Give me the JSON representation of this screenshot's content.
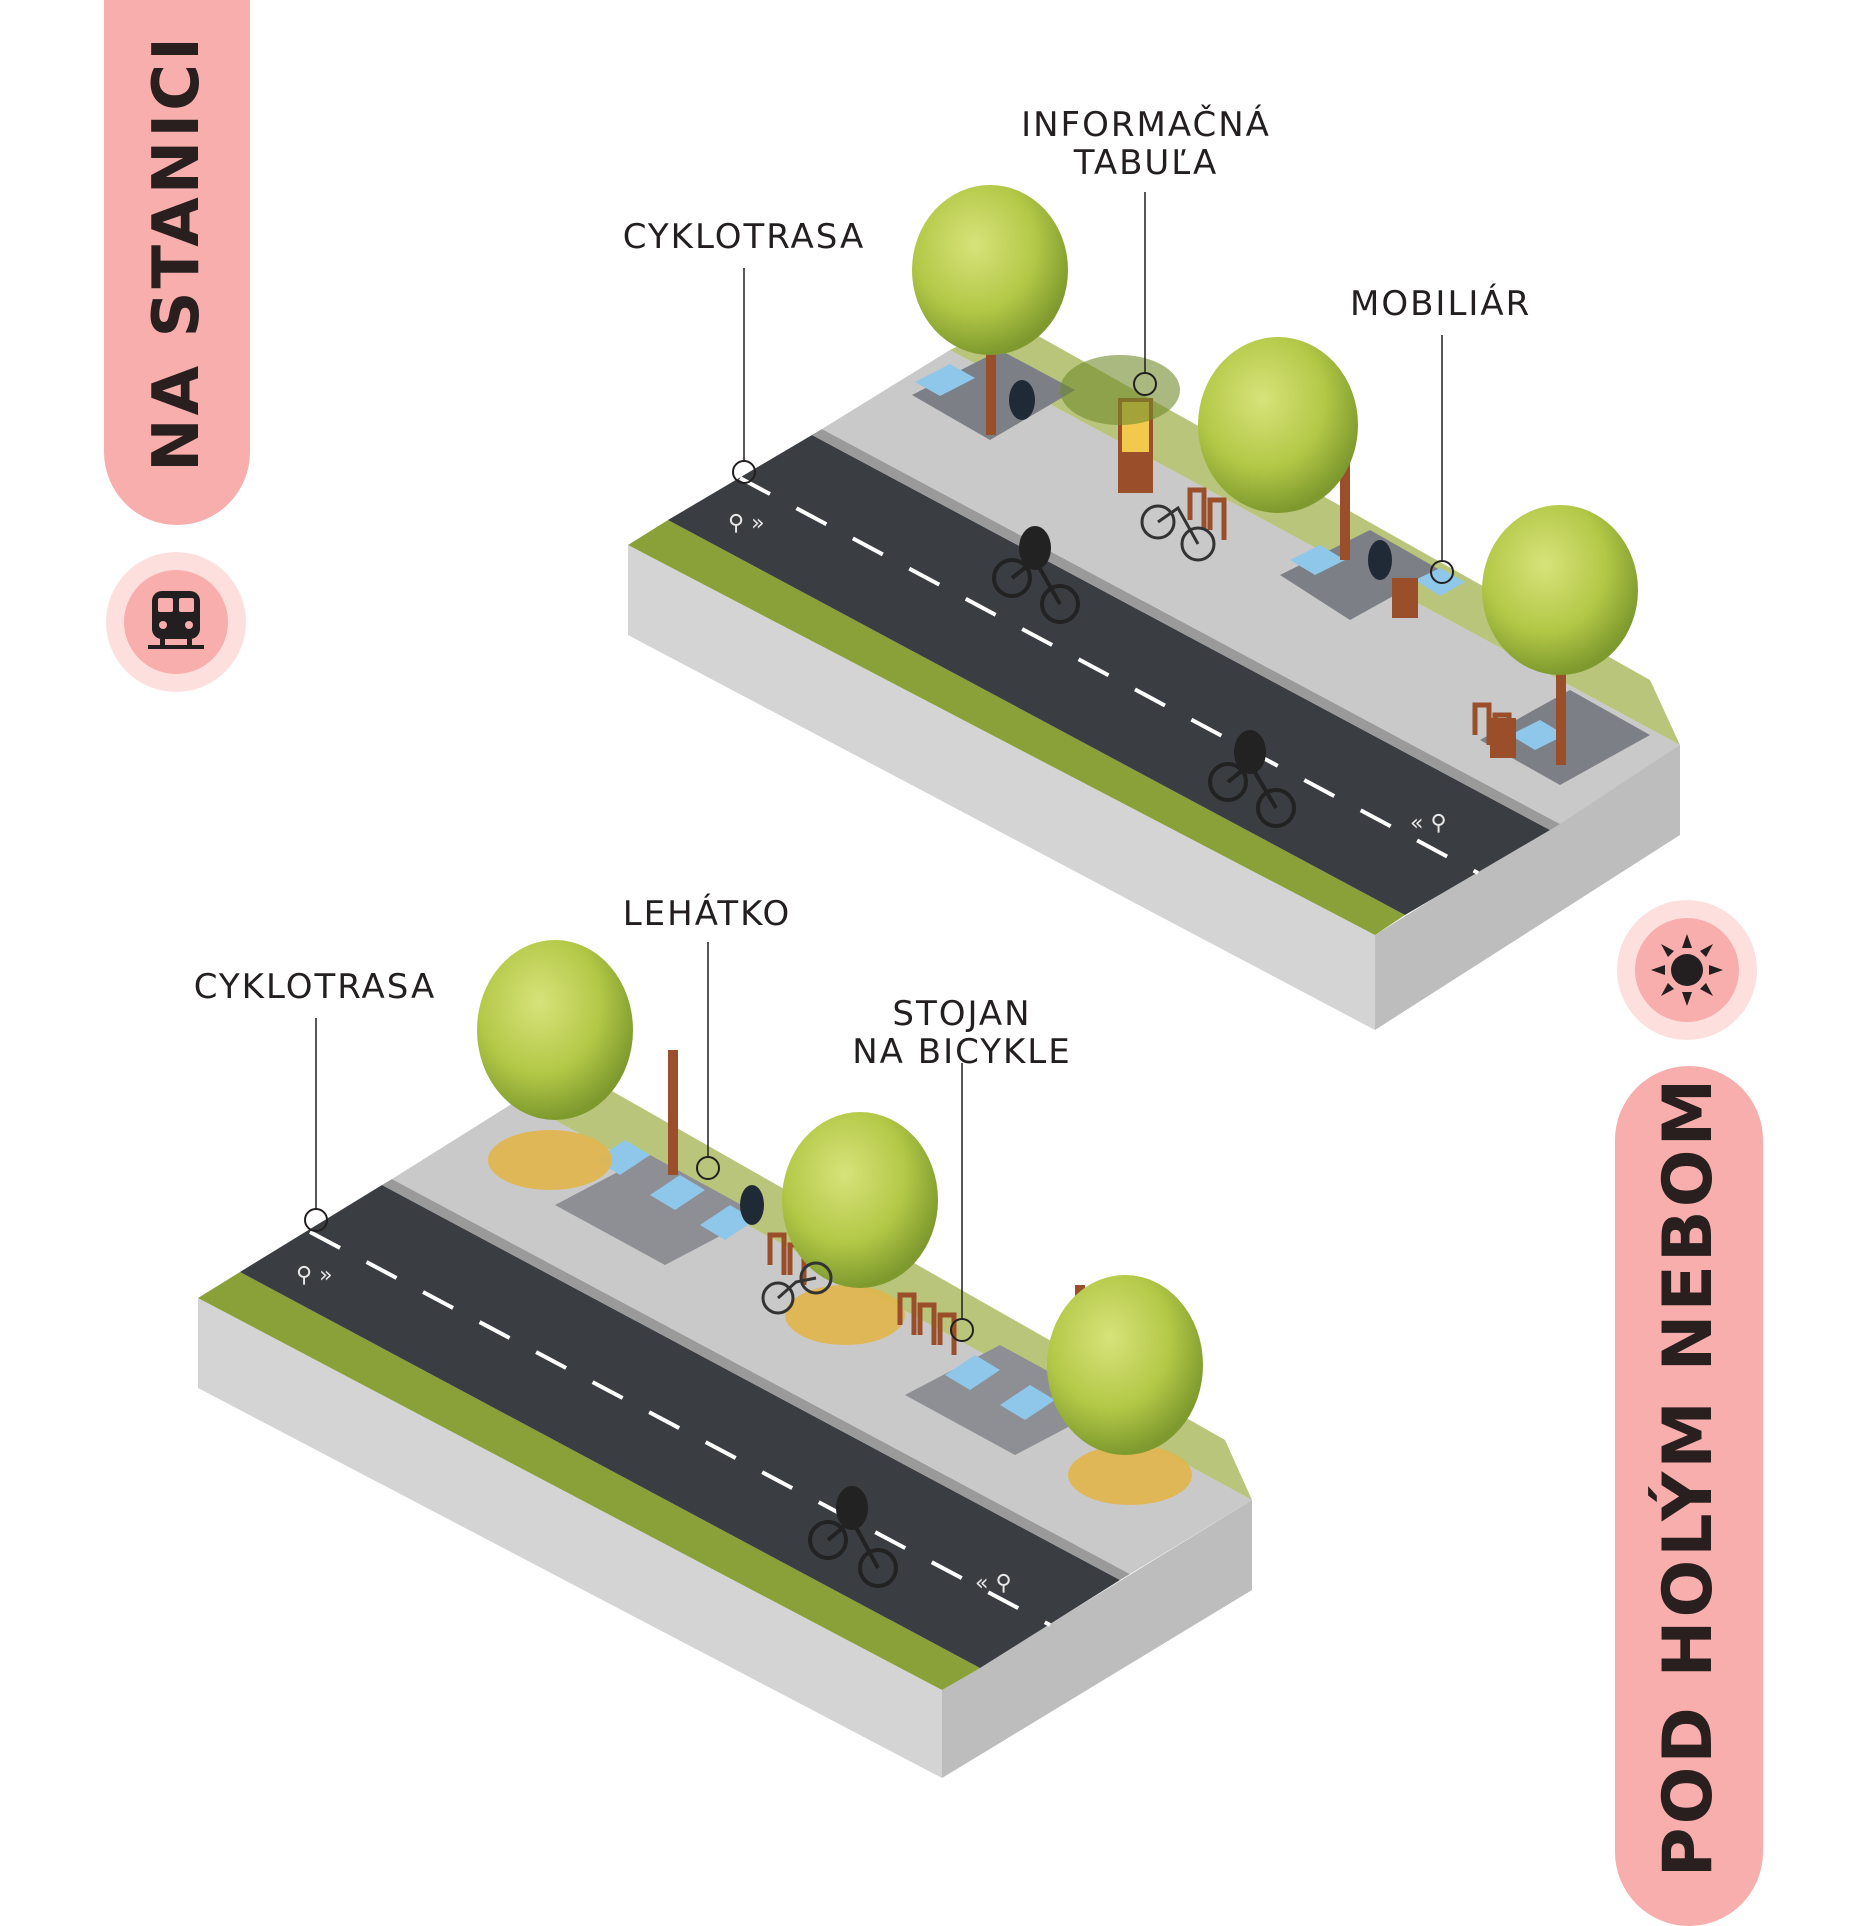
{
  "side_tabs": {
    "top": "NA STANICI",
    "bottom": "POD HOLÝM NEBOM"
  },
  "icons": {
    "top": "train-icon",
    "bottom": "sun-icon"
  },
  "colors": {
    "tab_pink": "#f7aeac",
    "badge_light_pink": "#fde0de",
    "asphalt": "#3a3d42",
    "pavement": "#c9c9c9",
    "grass": "#8aa13a",
    "tree_green": "#b7cc4a",
    "furniture_blue": "#8fc7ea",
    "rust": "#9a4f2a"
  },
  "top_scene": {
    "labels": {
      "cyklotrasa": "CYKLOTRASA",
      "info_line1": "INFORMAČNÁ",
      "info_line2": "TABUĽA",
      "mobiliar": "MOBILIÁR"
    }
  },
  "bottom_scene": {
    "labels": {
      "cyklotrasa": "CYKLOTRASA",
      "lehatko": "LEHÁTKO",
      "stojan_line1": "STOJAN",
      "stojan_line2": "NA BICYKLE"
    }
  }
}
